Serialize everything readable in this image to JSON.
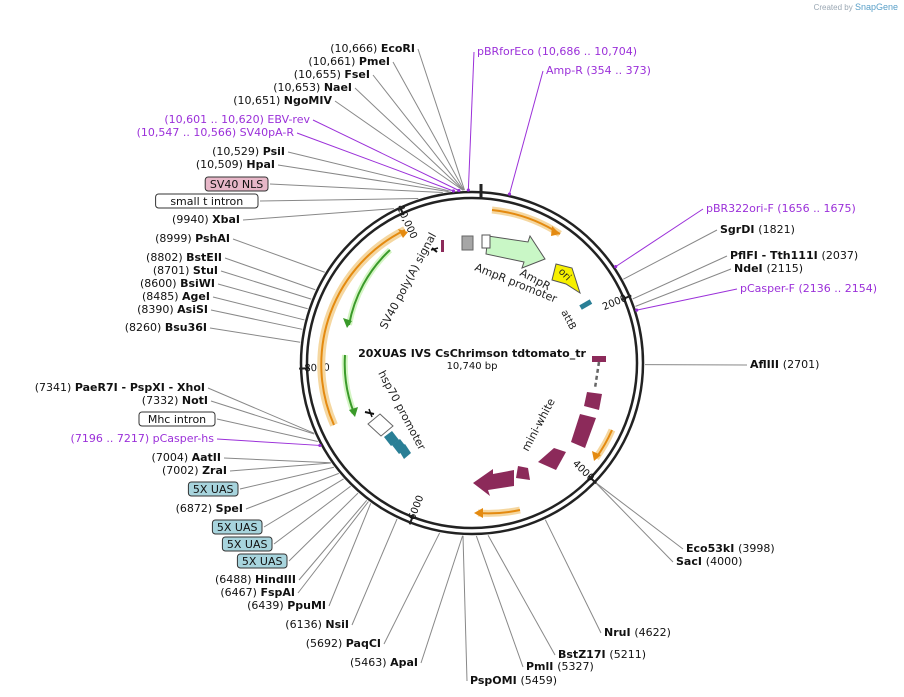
{
  "credit": {
    "prefix": "Created by",
    "brand": "SnapGene"
  },
  "plasmid": {
    "name": "20XUAS IVS CsChrimson tdtomato_tr",
    "length": 10740,
    "length_label": "10,740 bp"
  },
  "ticks": [
    {
      "bp": 2000,
      "label": "2000"
    },
    {
      "bp": 4000,
      "label": "4000"
    },
    {
      "bp": 6000,
      "label": "6000"
    },
    {
      "bp": 8000,
      "label": "8000"
    },
    {
      "bp": 10000,
      "label": "10,000"
    }
  ],
  "colors": {
    "primer": "#9b30d9",
    "enzyme": "#000000",
    "feature_label_pink": "#e7b7c8",
    "feature_label_teal": "#a7d4dd",
    "marker": "#8c2a5a",
    "teal": "#2a7f96",
    "ori": "#f7f000",
    "ampr": "#c9f7c6",
    "orf_arrow": "#f7a400"
  },
  "labels_left": [
    {
      "pos": "(10,666)",
      "name": "EcoRI",
      "kind": "enzyme"
    },
    {
      "pos": "(10,661)",
      "name": "PmeI",
      "kind": "enzyme"
    },
    {
      "pos": "(10,655)",
      "name": "FseI",
      "kind": "enzyme"
    },
    {
      "pos": "(10,653)",
      "name": "NaeI",
      "kind": "enzyme"
    },
    {
      "pos": "(10,651)",
      "name": "NgoMIV",
      "kind": "enzyme"
    },
    {
      "pos": "(10,601 .. 10,620)",
      "name": "EBV-rev",
      "kind": "primer"
    },
    {
      "pos": "(10,547 .. 10,566)",
      "name": "SV40pA-R",
      "kind": "primer"
    },
    {
      "pos": "(10,529)",
      "name": "PsiI",
      "kind": "enzyme"
    },
    {
      "pos": "(10,509)",
      "name": "HpaI",
      "kind": "enzyme"
    },
    {
      "pos": "",
      "name": "SV40 NLS",
      "kind": "feature-pink"
    },
    {
      "pos": "",
      "name": "small t intron",
      "kind": "feature-white"
    },
    {
      "pos": "(9940)",
      "name": "XbaI",
      "kind": "enzyme"
    },
    {
      "pos": "(8999)",
      "name": "PshAI",
      "kind": "enzyme"
    },
    {
      "pos": "(8802)",
      "name": "BstEII",
      "kind": "enzyme"
    },
    {
      "pos": "(8701)",
      "name": "StuI",
      "kind": "enzyme"
    },
    {
      "pos": "(8600)",
      "name": "BsiWI",
      "kind": "enzyme"
    },
    {
      "pos": "(8485)",
      "name": "AgeI",
      "kind": "enzyme"
    },
    {
      "pos": "(8390)",
      "name": "AsiSI",
      "kind": "enzyme"
    },
    {
      "pos": "(8260)",
      "name": "Bsu36I",
      "kind": "enzyme"
    },
    {
      "pos": "(7341)",
      "name": "PaeR7I - PspXI - XhoI",
      "kind": "enzyme"
    },
    {
      "pos": "(7332)",
      "name": "NotI",
      "kind": "enzyme"
    },
    {
      "pos": "",
      "name": "Mhc intron",
      "kind": "feature-white"
    },
    {
      "pos": "(7196 .. 7217)",
      "name": "pCasper-hs",
      "kind": "primer"
    },
    {
      "pos": "(7004)",
      "name": "AatII",
      "kind": "enzyme"
    },
    {
      "pos": "(7002)",
      "name": "ZraI",
      "kind": "enzyme"
    },
    {
      "pos": "",
      "name": "5X UAS",
      "kind": "feature-teal"
    },
    {
      "pos": "(6872)",
      "name": "SpeI",
      "kind": "enzyme"
    },
    {
      "pos": "",
      "name": "5X UAS",
      "kind": "feature-teal"
    },
    {
      "pos": "",
      "name": "5X UAS",
      "kind": "feature-teal"
    },
    {
      "pos": "",
      "name": "5X UAS",
      "kind": "feature-teal"
    },
    {
      "pos": "(6488)",
      "name": "HindIII",
      "kind": "enzyme"
    },
    {
      "pos": "(6467)",
      "name": "FspAI",
      "kind": "enzyme"
    },
    {
      "pos": "(6439)",
      "name": "PpuMI",
      "kind": "enzyme"
    },
    {
      "pos": "(6136)",
      "name": "NsiI",
      "kind": "enzyme"
    },
    {
      "pos": "(5692)",
      "name": "PaqCI",
      "kind": "enzyme"
    },
    {
      "pos": "(5463)",
      "name": "ApaI",
      "kind": "enzyme"
    }
  ],
  "labels_right": [
    {
      "pos": "(10,686 .. 10,704)",
      "name": "pBRforEco",
      "kind": "primer"
    },
    {
      "pos": "(354 .. 373)",
      "name": "Amp-R",
      "kind": "primer"
    },
    {
      "pos": "(1656 .. 1675)",
      "name": "pBR322ori-F",
      "kind": "primer"
    },
    {
      "pos": "(1821)",
      "name": "SgrDI",
      "kind": "enzyme"
    },
    {
      "pos": "(2037)",
      "name": "PflFI - Tth111I",
      "kind": "enzyme"
    },
    {
      "pos": "(2115)",
      "name": "NdeI",
      "kind": "enzyme"
    },
    {
      "pos": "(2136 .. 2154)",
      "name": "pCasper-F",
      "kind": "primer"
    },
    {
      "pos": "(2701)",
      "name": "AflIII",
      "kind": "enzyme"
    },
    {
      "pos": "(3998)",
      "name": "Eco53kI",
      "kind": "enzyme"
    },
    {
      "pos": "(4000)",
      "name": "SacI",
      "kind": "enzyme"
    },
    {
      "pos": "(4622)",
      "name": "NruI",
      "kind": "enzyme"
    },
    {
      "pos": "(5211)",
      "name": "BstZ17I",
      "kind": "enzyme"
    },
    {
      "pos": "(5327)",
      "name": "PmlI",
      "kind": "enzyme"
    },
    {
      "pos": "(5459)",
      "name": "PspOMI",
      "kind": "enzyme"
    }
  ],
  "features": {
    "ampr_label": "AmpR",
    "ampr_promoter": "AmpR promoter",
    "ori": "ori",
    "attb": "attB",
    "mini_white": "mini-white",
    "sv40_polya": "SV40 poly(A) signal",
    "hsp70": "hsp70 promoter"
  }
}
